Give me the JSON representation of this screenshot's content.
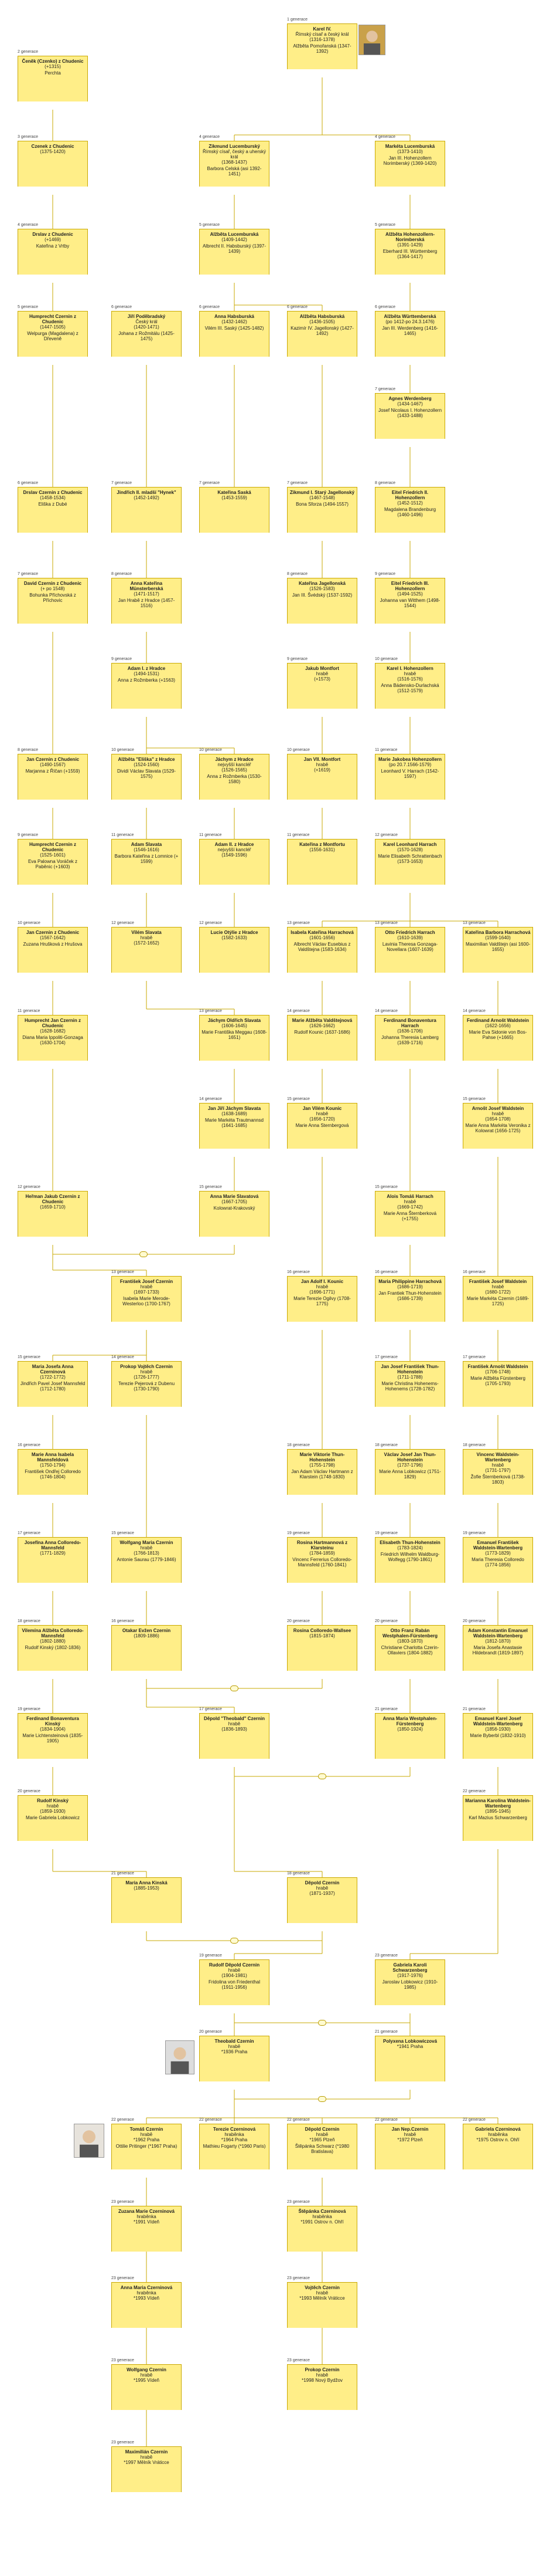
{
  "gen_labels": {
    "g1": "1 generace",
    "g2": "2 generace",
    "g3": "3 generace",
    "g4": "4 generace",
    "g5": "5 generace",
    "g6": "6 generace",
    "g7": "7 generace",
    "g8": "8 generace",
    "g9": "9 generace",
    "g10": "10 generace",
    "g11": "11 generace",
    "g12": "12 generace",
    "g13": "13 generace",
    "g14": "14 generace",
    "g15": "15 generace",
    "g16": "16 generace",
    "g17": "17 generace",
    "g18": "18 generace",
    "g19": "19 generace",
    "g20": "20 generace",
    "g21": "21 generace",
    "g22": "22 generace",
    "g23": "23 generace"
  },
  "persons": [
    {
      "id": "karel4",
      "name": "Karel IV.",
      "title": "Římský císař a český král",
      "dates": "(1316-1378)",
      "spouse": "Alžběta Pomořanská (1347-1392)"
    },
    {
      "id": "cenek",
      "name": "Čeněk (Czenko) z Chudenic",
      "dates": "(+1315)",
      "spouse": "Perchta"
    },
    {
      "id": "czenek",
      "name": "Czenek z Chudenic",
      "dates": "(1375-1420)",
      "spouse": ""
    },
    {
      "id": "zikmund",
      "name": "Zikmund Lucemburský",
      "title": "Římský císař, český a uherský král",
      "dates": "(1368-1437)",
      "spouse": "Barbora Celská (asi 1392-1451)"
    },
    {
      "id": "marketa",
      "name": "Markéta Lucemburská",
      "dates": "(1373-1410)",
      "spouse": "Jan III. Hohenzollern Norimberský (1369-1420)"
    },
    {
      "id": "drslav",
      "name": "Drslav z Chudenic",
      "dates": "(+1469)",
      "spouse": "Kateřina z Vrtby"
    },
    {
      "id": "albeta1",
      "name": "Alžběta Lucemburská",
      "dates": "(1409-1442)",
      "spouse": "Albrecht II. Habsburský (1397-1439)"
    },
    {
      "id": "albeta2",
      "name": "Alžběta Hohenzollern-Norimberská",
      "dates": "(1391-1429)",
      "spouse": "Eberhard III. Württemberg (1364-1417)"
    },
    {
      "id": "humprecht1",
      "name": "Humprecht Czernin z Chudenic",
      "dates": "(1447-1505)",
      "spouse": "Welpurga (Magdalena) z Dřeveně"
    },
    {
      "id": "jirip",
      "name": "Jiří Poděbradský",
      "title": "Český král",
      "dates": "(1420-1471)",
      "spouse": "Johana z Rožmitálu (1425-1475)"
    },
    {
      "id": "annah",
      "name": "Anna Habsburská",
      "dates": "(1432-1462)",
      "spouse": "Vilém III. Saský (1425-1482)"
    },
    {
      "id": "albetah",
      "name": "Alžběta Habsburská",
      "dates": "(1436-1505)",
      "spouse": "Kazimír IV. Jagellonský (1427-1492)"
    },
    {
      "id": "albetaw",
      "name": "Alžběta Württemberská",
      "dates": "(po 1412-po 24.3.1476)",
      "spouse": "Jan III. Werdenberg (1416-1465)"
    },
    {
      "id": "agnesw",
      "name": "Agnes Werdenberg",
      "dates": "(1434-1467)",
      "spouse": "Josef Nicolaus I. Hohenzollern (1433-1488)"
    },
    {
      "id": "drslav2",
      "name": "Drslav Czernin z Chudenic",
      "dates": "(1458-1534)",
      "spouse": "Eliška z Dubé"
    },
    {
      "id": "jindrich",
      "name": "Jindřich II. mladší \"Hynek\"",
      "dates": "(1452-1492)",
      "spouse": ""
    },
    {
      "id": "katerinas",
      "name": "Kateřina Saská",
      "dates": "(1453-1559)",
      "spouse": ""
    },
    {
      "id": "zikmund1",
      "name": "Zikmund I. Starý Jagellonský",
      "dates": "(1467-1548)",
      "spouse": "Bona Sforza (1494-1557)"
    },
    {
      "id": "eitel1",
      "name": "Eitel Friedrich II. Hohenzollern",
      "dates": "(1452-1512)",
      "spouse": "Magdalena Brandenburg (1460-1496)"
    },
    {
      "id": "david",
      "name": "David Czernin z Chudenic",
      "dates": "(+ po 1548)",
      "spouse": "Bohunka Příchovská z Příchovic"
    },
    {
      "id": "annam",
      "name": "Anna Kateřina Münsterberská",
      "dates": "(1471-1517)",
      "spouse": "Jan Hrabě z Hradce (1457-1516)"
    },
    {
      "id": "katj",
      "name": "Kateřina Jagellonská",
      "dates": "(1526-1583)",
      "spouse": "Jan III. Švédský (1537-1592)"
    },
    {
      "id": "eitel2",
      "name": "Eitel Friedrich III. Hohenzollern",
      "dates": "(1494-1525)",
      "spouse": "Johanna van Witthem (1498-1544)"
    },
    {
      "id": "adam1",
      "name": "Adam I. z Hradce",
      "dates": "(1494-1531)",
      "spouse": "Anna z Rožmberka (+1563)"
    },
    {
      "id": "jakub",
      "name": "Jakub Montfort",
      "title": "hrabě",
      "dates": "(+1573)",
      "spouse": ""
    },
    {
      "id": "karel1",
      "name": "Karel I. Hohenzollern",
      "title": "hrabě",
      "dates": "(1516-1576)",
      "spouse": "Anna Bádensko-Durlachská (1512-1579)"
    },
    {
      "id": "jan1",
      "name": "Jan Czernin z Chudenic",
      "dates": "(1490-1567)",
      "spouse": "Marjanna z Říčan (+1559)"
    },
    {
      "id": "alzbetaeliska",
      "name": "Alžběta \"Eliška\" z Hradce",
      "dates": "(1524-1560)",
      "spouse": "Dividi Václav Slavata (1529-1575)"
    },
    {
      "id": "jachym",
      "name": "Jáchym z Hradce",
      "title": "nejvyšší kancléř",
      "dates": "(1526-1565)",
      "spouse": "Anna z Rožmberka (1530-1580)"
    },
    {
      "id": "janvii",
      "name": "Jan VII. Montfort",
      "title": "hrabě",
      "dates": "(+1619)",
      "spouse": ""
    },
    {
      "id": "mariaj",
      "name": "Marie Jakobea Hohenzollern",
      "dates": "(po 20.7.1566-1579)",
      "spouse": "Leonhard V. Harrach (1542-1597)"
    },
    {
      "id": "humprecht2",
      "name": "Humprecht Czernin z Chudenic",
      "dates": "(1525-1601)",
      "spouse": "Eva Palowna Voráček z Paběnic (+1603)"
    },
    {
      "id": "adamsl",
      "name": "Adam Slavata",
      "dates": "(1546-1616)",
      "spouse": "Barbora Kateřina z Lomnice (+ 1599)"
    },
    {
      "id": "adam2",
      "name": "Adam II. z Hradce",
      "title": "nejvyšší kancléř",
      "dates": "(1549-1596)",
      "spouse": ""
    },
    {
      "id": "katm",
      "name": "Kateřina z Montfortu",
      "dates": "(1556-1631)",
      "spouse": ""
    },
    {
      "id": "karel2",
      "name": "Karel Leonhard Harrach",
      "dates": "(1570-1628)",
      "spouse": "Marie Elisabeth Schrattenbach (1573-1653)"
    },
    {
      "id": "jan2",
      "name": "Jan Czernin z Chudenic",
      "dates": "(1567-1642)",
      "spouse": "Zuzana Hrušková z Hrušova"
    },
    {
      "id": "vilemsl",
      "name": "Vilém Slavata",
      "title": "hrabě",
      "dates": "(1572-1652)",
      "spouse": ""
    },
    {
      "id": "lucie",
      "name": "Lucie Otýlie z Hradce",
      "dates": "(1582-1633)",
      "spouse": ""
    },
    {
      "id": "isabela",
      "name": "Isabela Kateřina Harrachová",
      "dates": "(1601-1656)",
      "spouse": "Albrecht Václav Eusebius z Valdštejna (1583-1634)"
    },
    {
      "id": "ottofr",
      "name": "Otto Friedrich Harrach",
      "dates": "(1610-1639)",
      "spouse": "Lavinia Theresa Gonzaga-Novellara (1607-1639)"
    },
    {
      "id": "katbar",
      "name": "Kateřina Barbora Harrachová",
      "dates": "(1599-1640)",
      "spouse": "Maximilian Valdštejn (asi 1600-1655)"
    },
    {
      "id": "humprecht3",
      "name": "Humprecht Jan Czernin z Chudenic",
      "dates": "(1628-1682)",
      "spouse": "Diana Maria Ippoliti-Gonzaga (1630-1704)"
    },
    {
      "id": "jachymold",
      "name": "Jáchym Oldřich Slavata",
      "dates": "(1606-1645)",
      "spouse": "Marie Františka Meggau (1608-1651)"
    },
    {
      "id": "marieal",
      "name": "Marie Alžběta Valdštejnová",
      "dates": "(1626-1662)",
      "spouse": "Rudolf Kounic (1637-1686)"
    },
    {
      "id": "ferdb",
      "name": "Ferdinand Bonaventura Harrach",
      "dates": "(1636-1706)",
      "spouse": "Johanna Theresia Lamberg (1639-1716)"
    },
    {
      "id": "ferdar",
      "name": "Ferdinand Arnošt Waldstein",
      "dates": "(1622-1656)",
      "spouse": "Marie Eva Sidonie von Bos-Pahse (+1665)"
    },
    {
      "id": "janjj",
      "name": "Jan Jiří Jáchym Slavata",
      "dates": "(1638-1689)",
      "spouse": "Marie Markéta Trautmannsd (1641-1685)"
    },
    {
      "id": "janvilem",
      "name": "Jan Vilém Kounic",
      "title": "hrabě",
      "dates": "(1656-1720)",
      "spouse": "Marie Anna Sternbergová"
    },
    {
      "id": "arnostj",
      "name": "Arnošt Josef Waldstein",
      "title": "hrabě",
      "dates": "(1654-1708)",
      "spouse": "Marie Anna Markéta Veronika z Kolowrat (1656-1725)"
    },
    {
      "id": "hrmjak",
      "name": "Heřman Jakub Czernin z Chudenic",
      "dates": "(1659-1710)",
      "spouse": ""
    },
    {
      "id": "annamsl",
      "name": "Anna Marie Slavatová",
      "dates": "(1667-1705)",
      "spouse": "Kolowrat-Krakovský"
    },
    {
      "id": "aloisth",
      "name": "Alois Tomáš Harrach",
      "title": "hrabě",
      "dates": "(1669-1742)",
      "spouse": "Marie Anna Šternberková (+1755)"
    },
    {
      "id": "frjos",
      "name": "František Josef Czernin",
      "title": "hrabě",
      "dates": "(1697-1733)",
      "spouse": "Isabela Marie Merode-Westerloo (1700-1767)"
    },
    {
      "id": "janosk",
      "name": "Jan Adolf I. Kounic",
      "title": "hrabě",
      "dates": "(1696-1771)",
      "spouse": "Marie Terezie Ogilvy (1708-1775)"
    },
    {
      "id": "mariaph",
      "name": "Maria Philippine Harrachová",
      "dates": "(1686-1719)",
      "spouse": "Jan Frantiek Thun-Hohenstein (1686-1739)"
    },
    {
      "id": "frjw",
      "name": "František Josef Waldstein",
      "title": "hrabě",
      "dates": "(1680-1722)",
      "spouse": "Marie Markéta Czernin (1689-1725)"
    },
    {
      "id": "mariaj2",
      "name": "Maria Josefa Anna Czerninová",
      "dates": "(1722-1772)",
      "spouse": "Jindřich Pavel Josef Mannsfeld (1712-1780)"
    },
    {
      "id": "prokop",
      "name": "Prokop Vojtěch Czernin",
      "title": "hrabě",
      "dates": "(1726-1777)",
      "spouse": "Terezie Pejerová z Dubenu (1730-1790)"
    },
    {
      "id": "janjosfr",
      "name": "Jan Josef František Thun-Hohenstein",
      "dates": "(1711-1788)",
      "spouse": "Marie Christina Hohenems-Hohenems (1728-1782)"
    },
    {
      "id": "frarn",
      "name": "František Arnošt Waldstein",
      "dates": "(1706-1748)",
      "spouse": "Marie Alžběta Fürstenberg (1705-1793)"
    },
    {
      "id": "marieai",
      "name": "Marie Anna Isabela Mannsfeldová",
      "dates": "(1750-1794)",
      "spouse": "František Ondřej Colloredo (1746-1804)"
    },
    {
      "id": "mariev",
      "name": "Marie Viktorie Thun-Hohenstein",
      "dates": "(1755-1798)",
      "spouse": "Jan Adam Václav Hartmann z Klarstein (1748-1830)"
    },
    {
      "id": "vaclavj",
      "name": "Václav Josef Jan Thun-Hohenstein",
      "dates": "(1737-1796)",
      "spouse": "Marie Anna Lobkowicz (1751-1829)"
    },
    {
      "id": "vincenc",
      "name": "Vincenc Waldstein-Wartenberg",
      "title": "hrabě",
      "dates": "(1731-1797)",
      "spouse": "Žofie Šternberková (1738-1803)"
    },
    {
      "id": "josefjan",
      "name": "Josefína Anna Colloredo-Mannsfeld",
      "dates": "(1771-1829)",
      "spouse": ""
    },
    {
      "id": "wolfgang",
      "name": "Wolfgang Maria Czernin",
      "title": "hrabě",
      "dates": "(1766-1813)",
      "spouse": "Antonie Saurau (1779-1846)"
    },
    {
      "id": "rosina",
      "name": "Rosina Hartmannová z Klarsteinu",
      "dates": "(1784-1859)",
      "spouse": "Vincenc Ferrerius Colloredo-Mannsfeld (1760-1841)"
    },
    {
      "id": "elisabeth",
      "name": "Elisabeth Thun-Hohenstein",
      "dates": "(1783-1824)",
      "spouse": "Friedrich Wilhelm Waldburg-Wolfegg (1790-1861)"
    },
    {
      "id": "emanuelfr",
      "name": "Emanuel František Waldstein-Wartenberg",
      "dates": "(1773-1829)",
      "spouse": "Maria Theresia Colloredo (1774-1856)"
    },
    {
      "id": "vilemina",
      "name": "Vilemína Alžběta Colloredo-Mannsfeld",
      "dates": "(1802-1880)",
      "spouse": "Rudolf Kinský (1802-1836)"
    },
    {
      "id": "otakar",
      "name": "Otakar Evžen Czernin",
      "dates": "(1809-1886)",
      "spouse": ""
    },
    {
      "id": "rosinac",
      "name": "Rosina Colloredo-Wallsee",
      "dates": "(1815-1874)",
      "spouse": ""
    },
    {
      "id": "ottofranz",
      "name": "Otto Franz Rabán Westphalen-Fürstenberg",
      "dates": "(1803-1870)",
      "spouse": "Christiane Charlotta Czerin-Ollaviers (1804-1882)"
    },
    {
      "id": "adamk",
      "name": "Adam Konstantin Emanuel Waldstein-Wartenberg",
      "dates": "(1812-1870)",
      "spouse": "Maria Josefa Anastasie Hildebrandt (1819-1897)"
    },
    {
      "id": "ferdbon",
      "name": "Ferdinand Bonaventura Kinský",
      "dates": "(1834-1904)",
      "spouse": "Marie Lichtensteinová (1835-1905)"
    },
    {
      "id": "depold",
      "name": "Děpold \"Theobald\" Czernin",
      "title": "hrabě",
      "dates": "(1836-1893)",
      "spouse": ""
    },
    {
      "id": "annamw",
      "name": "Anna Maria Westphalen-Fürstenberg",
      "dates": "(1850-1924)",
      "spouse": ""
    },
    {
      "id": "emkarl",
      "name": "Emanuel Karel Josef Waldstein-Wartenberg",
      "dates": "(1856-1930)",
      "spouse": "Marie Byberbl (1832-1910)"
    },
    {
      "id": "rudolfk",
      "name": "Rudolf Kinský",
      "title": "hrabě",
      "dates": "(1859-1930)",
      "spouse": "Marie Gabriela Lobkowicz"
    },
    {
      "id": "mariakar",
      "name": "Marianna Karolína Waldstein-Wartenberg",
      "dates": "(1895-1945)",
      "spouse": "Karl Mazius Schwarzenberg"
    },
    {
      "id": "mariaak",
      "name": "Maria Anna Kinská",
      "dates": "(1885-1953)",
      "spouse": ""
    },
    {
      "id": "depold2",
      "name": "Děpold Czernin",
      "title": "hrabě",
      "dates": "(1871-1937)",
      "spouse": ""
    },
    {
      "id": "rudolfd",
      "name": "Rudolf Děpold Czernin",
      "title": "hrabě",
      "dates": "(1904-1981)",
      "spouse": "Fridolina von Friedenthal (1911-1956)"
    },
    {
      "id": "gabriela",
      "name": "Gabriela Karoli Schwarzenberg",
      "dates": "(1917-1976)",
      "spouse": "Jaroslav Lobkowicz (1910-1985)"
    },
    {
      "id": "theobald",
      "name": "Theobald Czernin",
      "title": "hrabě",
      "dates": "*1936 Praha",
      "spouse": ""
    },
    {
      "id": "polyxena",
      "name": "Polyxena Lobkowiczová",
      "dates": "*1941 Praha",
      "spouse": ""
    },
    {
      "id": "tomas",
      "name": "Tomáš Czernin",
      "title": "hrabě",
      "dates": "*1962 Praha",
      "spouse": "Ottilie Pritinger (*1967 Praha)"
    },
    {
      "id": "terezie",
      "name": "Terezie Czerninová",
      "title": "hraběnka",
      "dates": "*1964 Praha",
      "spouse": "Mathieu Fogarty (*1960 Paris)"
    },
    {
      "id": "depold3",
      "name": "Děpold Czernin",
      "title": "hrabě",
      "dates": "*1965 Plzeň",
      "spouse": "Štěpánka Schwarz (*1980 Bratislava)"
    },
    {
      "id": "janneo",
      "name": "Jan Nep.Czernin",
      "title": "hrabě",
      "dates": "*1972 Plzeň",
      "spouse": ""
    },
    {
      "id": "gabrielac",
      "name": "Gabriela Czerninová",
      "title": "hraběnka",
      "dates": "*1975 Ostrov n. Ohří",
      "spouse": ""
    },
    {
      "id": "zuzana",
      "name": "Zuzana Marie Czerninová",
      "title": "hraběnka",
      "dates": "*1991 Vídeň",
      "spouse": ""
    },
    {
      "id": "stepanka",
      "name": "Štěpánka Czerninová",
      "title": "hraběnka",
      "dates": "*1991 Ostrov n. Ohří",
      "spouse": ""
    },
    {
      "id": "annamc",
      "name": "Anna Maria Czerninová",
      "title": "hraběnka",
      "dates": "*1993 Vídeň",
      "spouse": ""
    },
    {
      "id": "vojtech",
      "name": "Vojtěch Czernin",
      "title": "hrabě",
      "dates": "*1993 Mělník Vráticce",
      "spouse": ""
    },
    {
      "id": "wolfgang2",
      "name": "Wolfgang Czernin",
      "title": "hrabě",
      "dates": "*1995 Vídeň",
      "spouse": ""
    },
    {
      "id": "prokop2",
      "name": "Prokop Czernin",
      "title": "hrabě",
      "dates": "*1998 Nový Bydžov",
      "spouse": ""
    },
    {
      "id": "maximilian",
      "name": "Maximilián Czernin",
      "title": "hrabě",
      "dates": "*1997 Mělník Vráticce",
      "spouse": ""
    }
  ],
  "colors": {
    "box_fill": "#ffee88",
    "box_border": "#c9a800",
    "line": "#c9a800",
    "marker": "#fffbd0"
  }
}
